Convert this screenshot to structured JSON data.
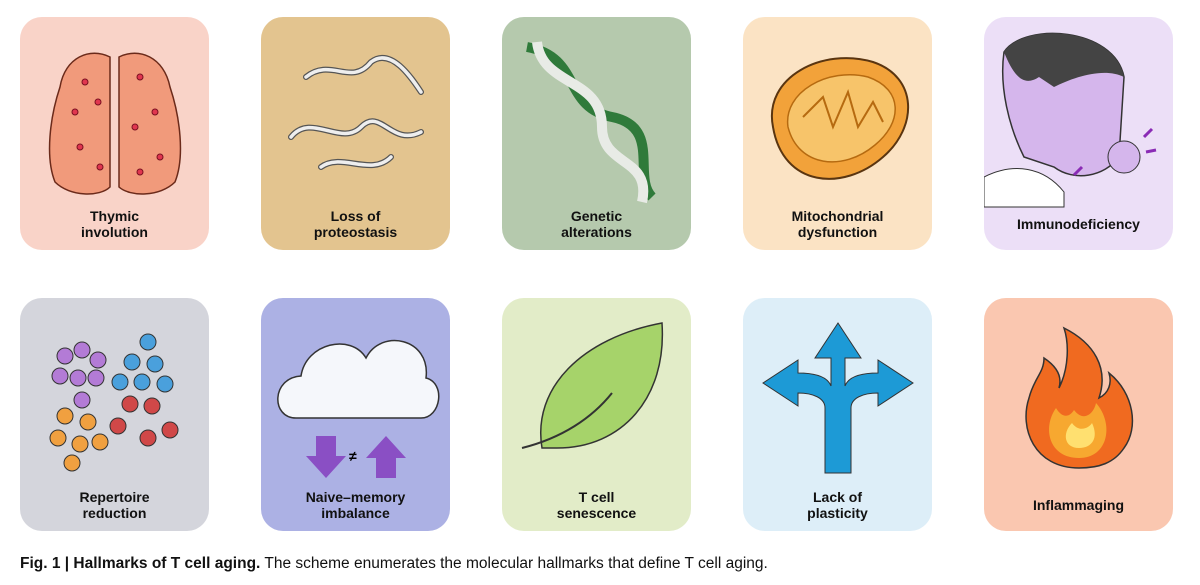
{
  "tiles": [
    {
      "line1": "Thymic",
      "line2": "involution",
      "color": "#f9d3c8"
    },
    {
      "line1": "Loss of",
      "line2": "proteostasis",
      "color": "#e3c48f"
    },
    {
      "line1": "Genetic",
      "line2": "alterations",
      "color": "#b5c9ad"
    },
    {
      "line1": "Mitochondrial",
      "line2": "dysfunction",
      "color": "#fbe3c4"
    },
    {
      "line1": "Immunodeficiency",
      "line2": "",
      "color": "#ecdff7"
    },
    {
      "line1": "Repertoire",
      "line2": "reduction",
      "color": "#d4d5dc"
    },
    {
      "line1": "Naive–memory",
      "line2": "imbalance",
      "color": "#acb1e4"
    },
    {
      "line1": "T cell",
      "line2": "senescence",
      "color": "#e2ecc8"
    },
    {
      "line1": "Lack of",
      "line2": "plasticity",
      "color": "#ddeef8"
    },
    {
      "line1": "Inflammaging",
      "line2": "",
      "color": "#fac7b0"
    }
  ],
  "naive_symbol": "≠",
  "caption": {
    "bold": "Fig. 1 | Hallmarks of T cell aging.",
    "text": " The scheme enumerates the molecular hallmarks that define T cell aging."
  }
}
